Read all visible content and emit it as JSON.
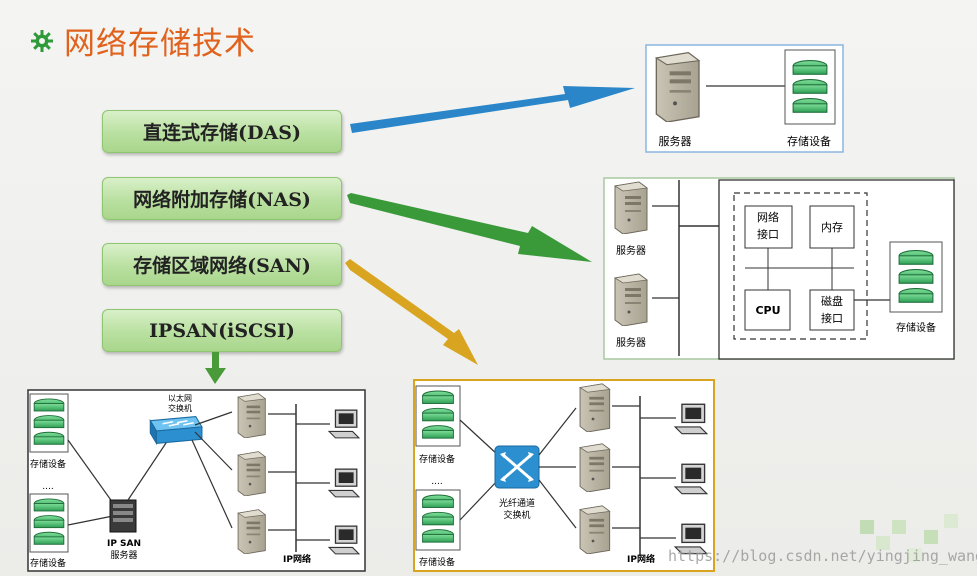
{
  "title": "网络存储技术",
  "buttons": {
    "das": "直连式存储(DAS)",
    "nas": "网络附加存储(NAS)",
    "san": "存储区域网络(SAN)",
    "ipsan": "IPSAN(iSCSI)"
  },
  "das_panel": {
    "server": "服务器",
    "storage": "存储设备"
  },
  "nas_panel": {
    "server1": "服务器",
    "server2": "服务器",
    "net_if_1": "网络",
    "net_if_2": "接口",
    "memory": "内存",
    "cpu": "CPU",
    "disk_if_1": "磁盘",
    "disk_if_2": "接口",
    "storage": "存储设备"
  },
  "ipsan_panel": {
    "switch_1": "以太网",
    "switch_2": "交换机",
    "storage_top": "存储设备",
    "ellipsis": "....",
    "storage_bottom": "存储设备",
    "server_1": "IP SAN",
    "server_2": "服务器",
    "ip_net": "IP网络"
  },
  "san_panel": {
    "storage_top": "存储设备",
    "ellipsis": "....",
    "storage_bottom": "存储设备",
    "switch_1": "光纤通道",
    "switch_2": "交换机",
    "ip_net": "IP网络"
  },
  "watermark": "https://blog.csdn.net/yingjing_wang",
  "colors": {
    "das_arrow": "#2a86c8",
    "nas_arrow": "#3a9a3a",
    "san_arrow": "#d9a521",
    "ipsan_arrow": "#4a9a3a",
    "title": "#e0621c"
  }
}
